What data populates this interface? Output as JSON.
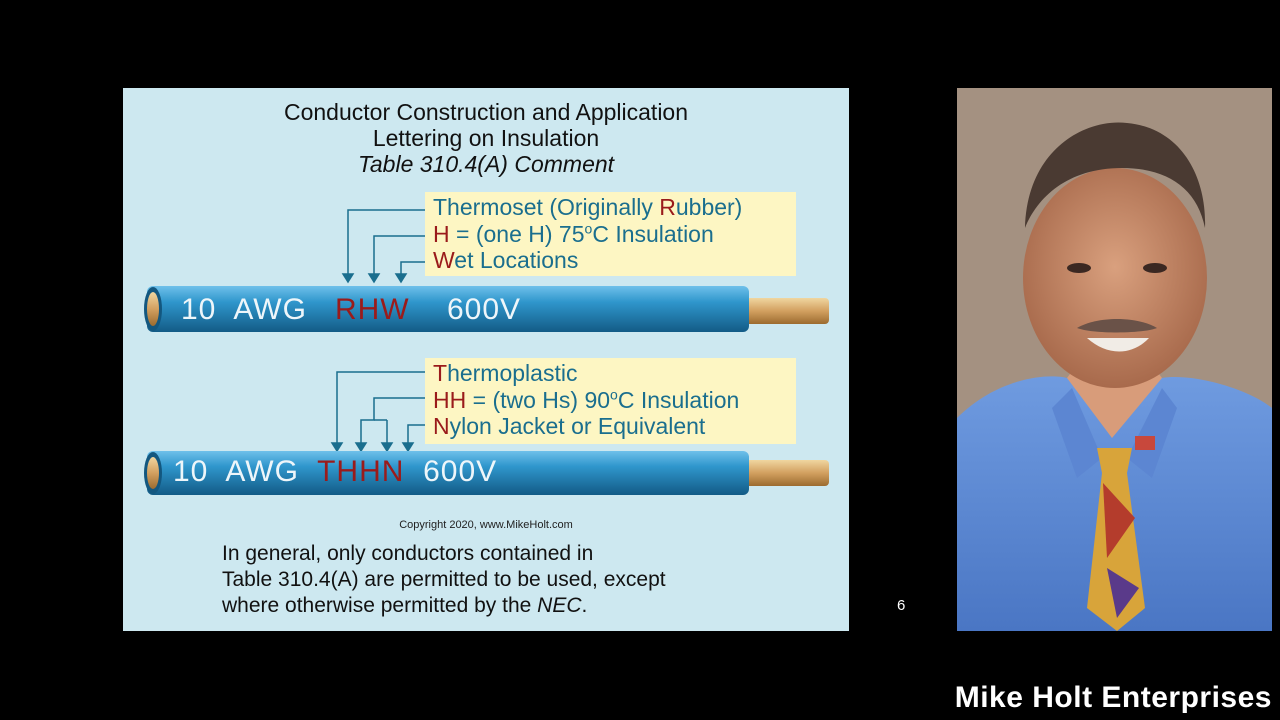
{
  "slide": {
    "title_line1": "Conductor Construction and Application",
    "title_line2": "Lettering on Insulation",
    "title_line3": "Table 310.4(A) Comment",
    "callout1": [
      {
        "letter": "R",
        "pre": "Thermoset (Originally ",
        "post": "ubber)"
      },
      {
        "letter": "H",
        "pre": "",
        "post": " = (one H) 75"
      },
      {
        "letter": "W",
        "pre": "",
        "post": "et Locations"
      }
    ],
    "callout1_sup": "o",
    "callout1_unit": "C Insulation",
    "callout2": [
      {
        "letter": "T",
        "pre": "",
        "post": "hermoplastic"
      },
      {
        "letter": "HH",
        "pre": "",
        "post": " = (two Hs) 90"
      },
      {
        "letter": "N",
        "pre": "",
        "post": "ylon Jacket or Equivalent"
      }
    ],
    "callout2_sup": "o",
    "callout2_unit": "C Insulation",
    "cable1": {
      "size": "10  AWG",
      "code": "RHW",
      "voltage": "600V"
    },
    "cable2": {
      "size": "10  AWG",
      "code": "THHN",
      "voltage": "600V"
    },
    "copyright": "Copyright 2020, www.MikeHolt.com",
    "body_line1": "In general, only conductors contained in",
    "body_line2": "Table 310.4(A) are permitted to be used, except",
    "body_line3_pre": "where otherwise permitted by the ",
    "body_line3_em": "NEC",
    "body_line3_post": "."
  },
  "page_number": "6",
  "brand": "Mike Holt Enterprises",
  "colors": {
    "slide_bg": "#cde8f0",
    "callout_bg": "#fdf6c3",
    "callout_text": "#1a6e8e",
    "code_red": "#9a1b1b",
    "cable_blue": "#2a8ec4"
  }
}
